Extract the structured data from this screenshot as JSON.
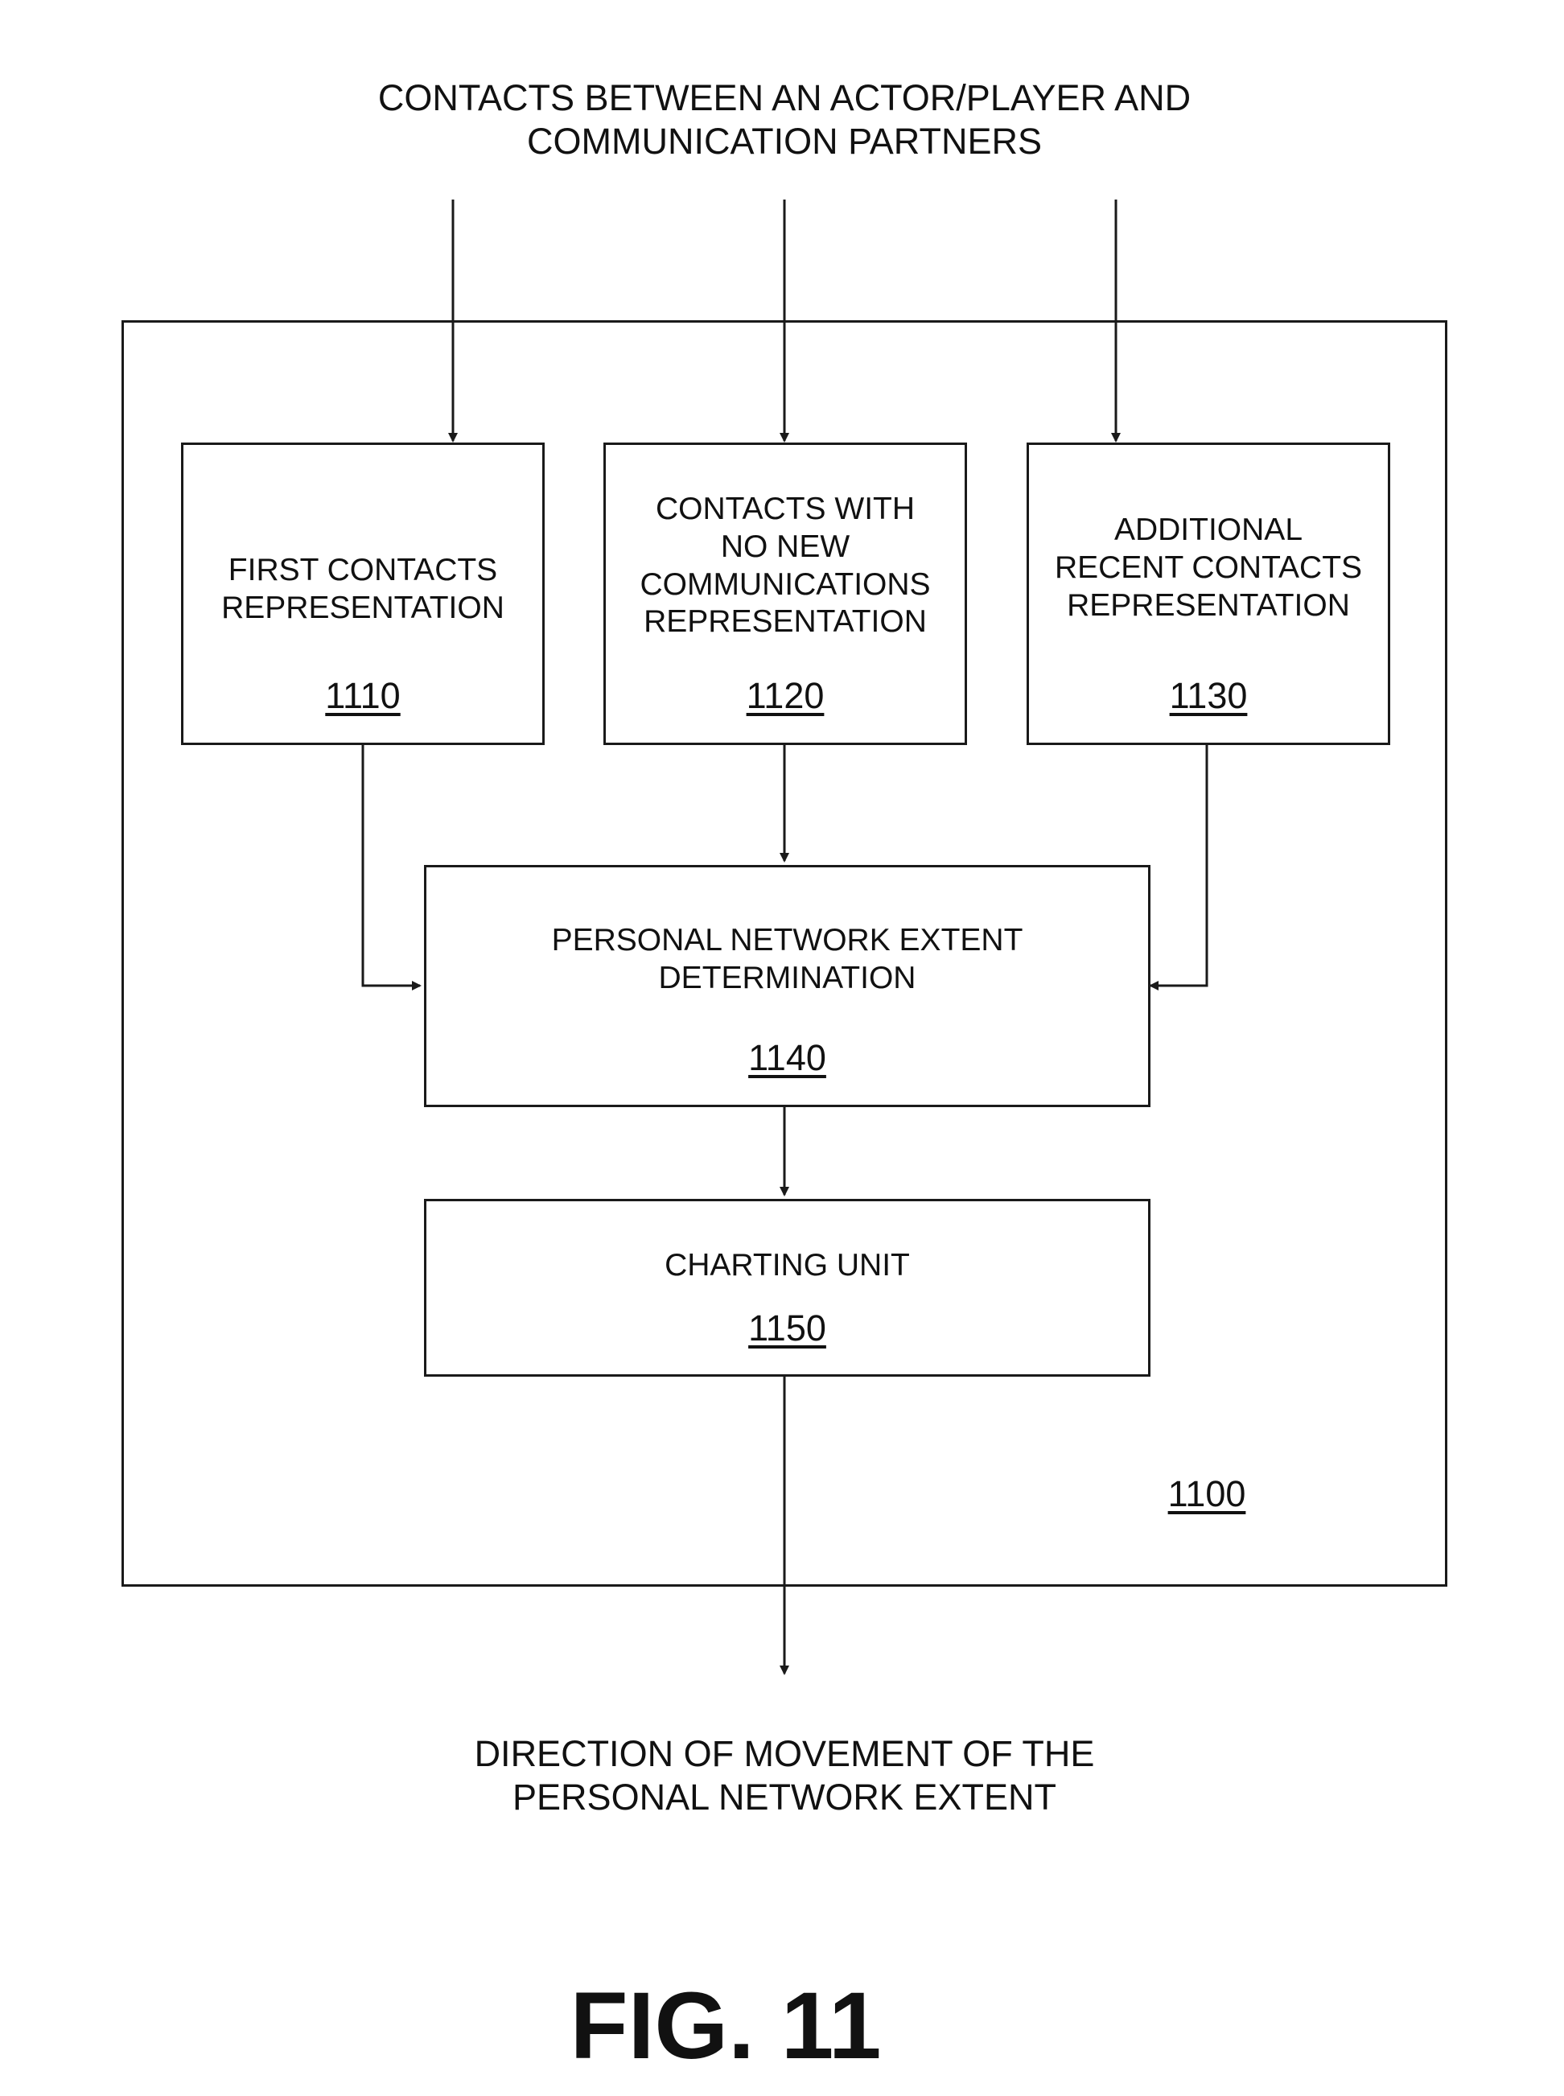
{
  "input_label": "CONTACTS BETWEEN AN ACTOR/PLAYER AND\nCOMMUNICATION PARTNERS",
  "output_label": "DIRECTION OF MOVEMENT OF THE\nPERSONAL NETWORK EXTENT",
  "system": {
    "number": "1100"
  },
  "boxes": {
    "first_contacts": {
      "label": "FIRST CONTACTS\nREPRESENTATION",
      "number": "1110"
    },
    "no_new_comms": {
      "label": "CONTACTS WITH\nNO NEW\nCOMMUNICATIONS\nREPRESENTATION",
      "number": "1120"
    },
    "additional_recent": {
      "label": "ADDITIONAL\nRECENT CONTACTS\nREPRESENTATION",
      "number": "1130"
    },
    "extent_determination": {
      "label": "PERSONAL NETWORK EXTENT\nDETERMINATION",
      "number": "1140"
    },
    "charting_unit": {
      "label": "CHARTING UNIT",
      "number": "1150"
    }
  },
  "figure_label": "FIG. 11",
  "colors": {
    "line": "#1a1a1a",
    "background": "#ffffff"
  }
}
